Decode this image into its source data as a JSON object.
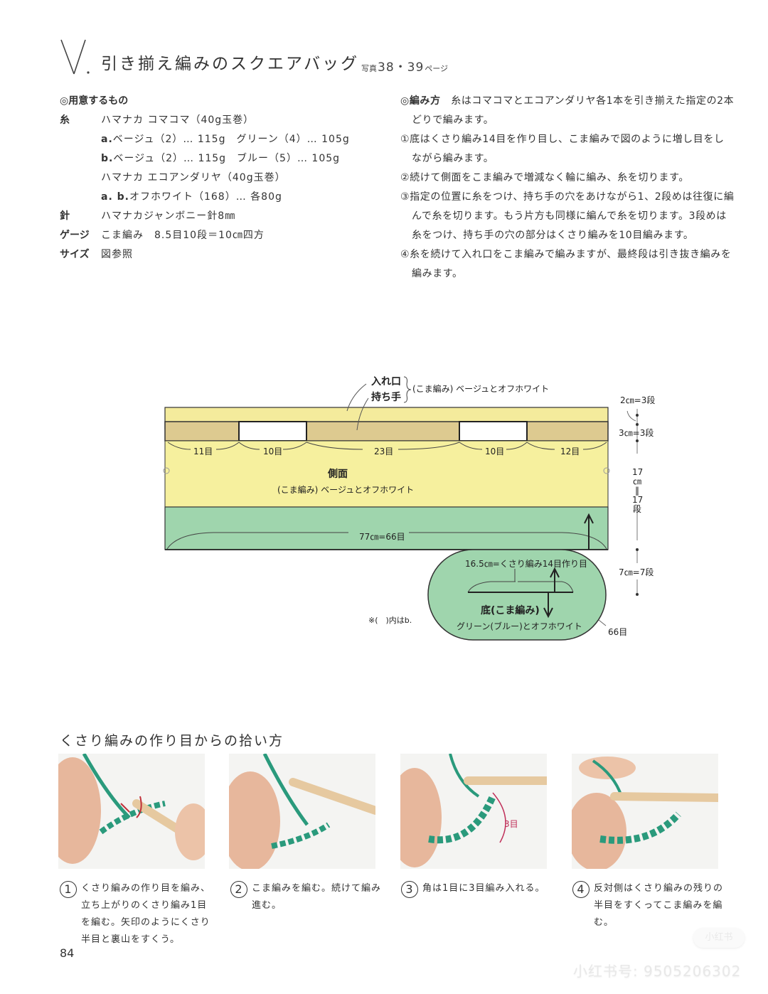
{
  "header": {
    "chapter_letter": "V",
    "title": "引き揃え編みのスクエアバッグ",
    "photo_ref_prefix": "写真",
    "photo_ref_pages": "38・39",
    "photo_ref_suffix": "ページ"
  },
  "materials": {
    "heading": "◎用意するもの",
    "yarn_label": "糸",
    "yarn_lines": [
      "ハマナカ コマコマ（40g玉巻）",
      {
        "prefix": "a.",
        "text": "ベージュ（2）… 115g　グリーン（4）… 105g"
      },
      {
        "prefix": "b.",
        "text": "ベージュ（2）… 115g　ブルー（5）… 105g"
      },
      "ハマナカ エコアンダリヤ（40g玉巻）",
      {
        "prefix": "a. b.",
        "text": "オフホワイト（168）… 各80g"
      }
    ],
    "needle_label": "針",
    "needle_value": "ハマナカジャンボニー針8㎜",
    "gauge_label": "ゲージ",
    "gauge_value": "こま編み　8.5目10段＝10㎝四方",
    "size_label": "サイズ",
    "size_value": "図参照"
  },
  "method": {
    "heading": "◎編み方",
    "intro": "糸はコマコマとエコアンダリヤ各1本を引き揃えた指定の2本どりで編みます。",
    "steps": [
      "①底はくさり編み14目を作り目し、こま編みで図のように増し目をしながら編みます。",
      "②続けて側面をこま編みで増減なく輪に編み、糸を切ります。",
      "③指定の位置に糸をつけ、持ち手の穴をあけながら1、2段めは往復に編んで糸を切ります。もう片方も同様に編んで糸を切ります。3段めは糸をつけ、持ち手の穴の部分はくさり編みを10目編みます。",
      "④糸を続けて入れ口をこま編みで編みますが、最終段は引き抜き編みを編みます。"
    ]
  },
  "diagram": {
    "colors": {
      "top_band": "#f4eb9c",
      "handle_band": "#ddca90",
      "side": "#f6f09e",
      "green": "#9fd5ad",
      "outline": "#333333"
    },
    "callout_opening": "入れ口",
    "callout_handle": "持ち手",
    "callout_note": "(こま編み) ベージュとオフホワイト",
    "stitch_counts": [
      "11目",
      "10目",
      "23目",
      "10目",
      "12目"
    ],
    "side_title": "側面",
    "side_note": "(こま編み) ベージュとオフホワイト",
    "circumference": "77㎝=66目",
    "base_chain": "16.5㎝=くさり編み14目作り目",
    "base_title": "底(こま編み)",
    "base_colors": "グリーン(ブルー)とオフホワイト",
    "base_count": "66目",
    "footnote": "※(　)内はb.",
    "measure_top": "2㎝=3段",
    "measure_handle": "3㎝=3段",
    "measure_side_lines": [
      "17",
      "㎝",
      "‖",
      "17",
      "段"
    ],
    "measure_base": "7㎝=7段"
  },
  "tutorial": {
    "title": "くさり編みの作り目からの拾い方",
    "photo_labels": {
      "corner_count": "3目"
    },
    "steps": [
      {
        "num": "1",
        "text": "くさり編みの作り目を編み、立ち上がりのくさり編み1目を編む。矢印のようにくさり半目と裏山をすくう。"
      },
      {
        "num": "2",
        "text": "こま編みを編む。続けて編み進む。"
      },
      {
        "num": "3",
        "text": "角は1目に3目編み入れる。"
      },
      {
        "num": "4",
        "text": "反対側はくさり編みの残りの半目をすくってこま編みを編む。"
      }
    ]
  },
  "footer": {
    "page_number": "84",
    "watermark_badge": "小红书",
    "watermark_id": "小红书号: 9505206302"
  }
}
